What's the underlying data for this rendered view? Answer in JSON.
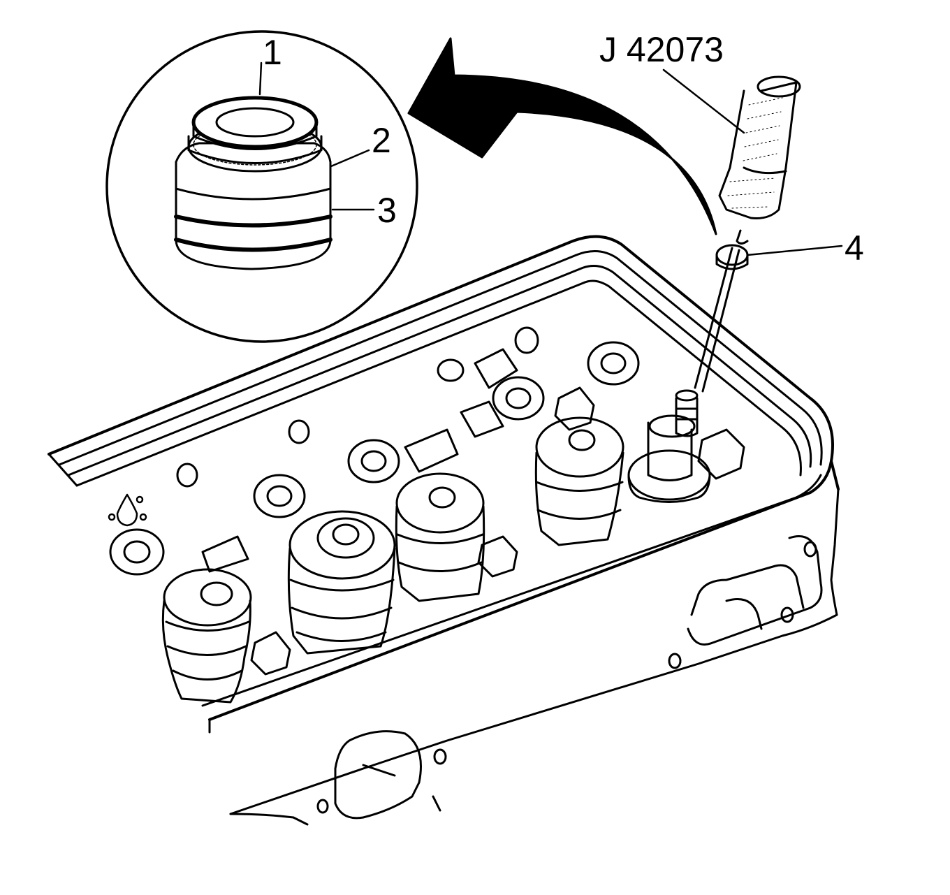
{
  "figure": {
    "callouts": {
      "c1": "1",
      "c2": "2",
      "c3": "3",
      "c4": "4"
    },
    "tool_label": "J 42073"
  },
  "colors": {
    "ink": "#000000",
    "paper": "#ffffff"
  }
}
